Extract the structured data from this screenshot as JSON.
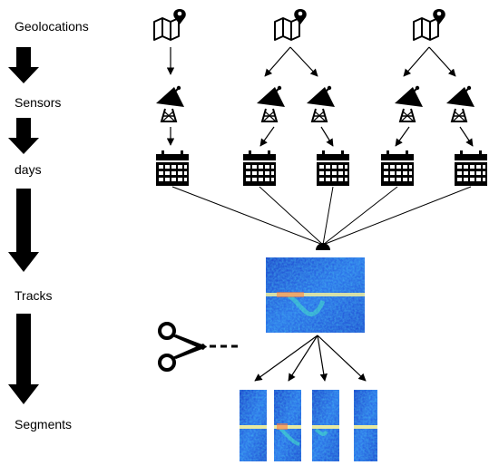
{
  "stages": [
    {
      "id": "geolocations",
      "label": "Geolocations"
    },
    {
      "id": "sensors",
      "label": "Sensors"
    },
    {
      "id": "days",
      "label": "days"
    },
    {
      "id": "tracks",
      "label": "Tracks"
    },
    {
      "id": "segments",
      "label": "Segments"
    }
  ],
  "icons": {
    "geolocation": "map-pin-icon",
    "sensor": "satellite-dish-icon",
    "day": "calendar-icon",
    "cut": "scissors-icon"
  },
  "colors": {
    "background": "#ffffff",
    "ink": "#000000",
    "spectrogram_base": "#1f4fd6",
    "spectrogram_line": "#e8eaa0"
  }
}
